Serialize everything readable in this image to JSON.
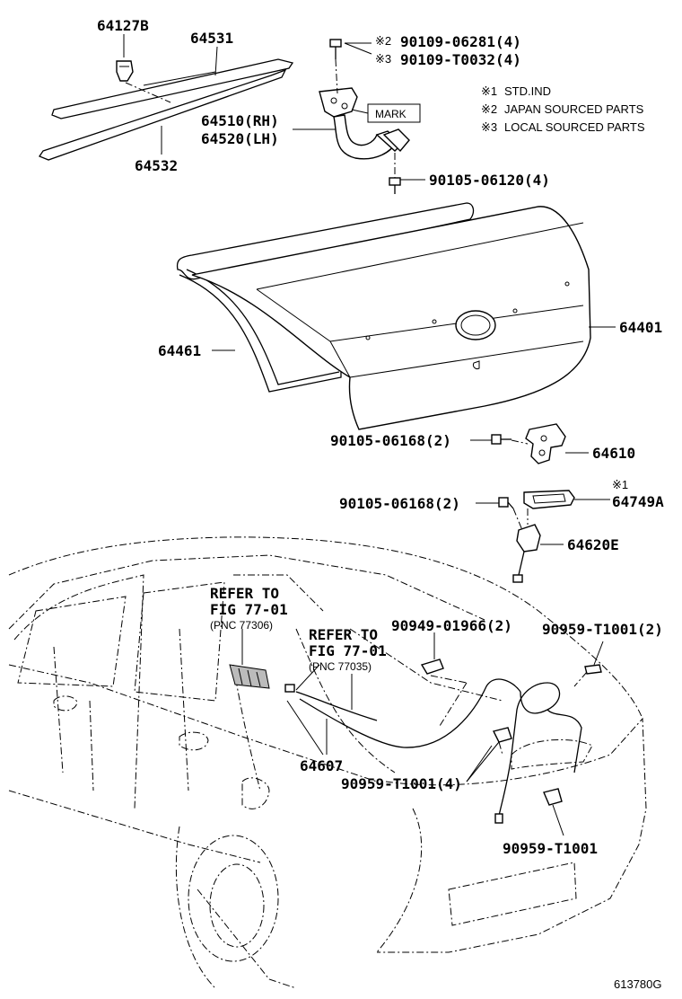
{
  "labels": {
    "p64127B": "64127B",
    "p64531": "64531",
    "p64532": "64532",
    "p64510": "64510(RH)",
    "p64520": "64520(LH)",
    "bolt_a_mark": "※2",
    "bolt_a": "90109-06281(4)",
    "bolt_b_mark": "※3",
    "bolt_b": "90109-T0032(4)",
    "mark_box": "MARK",
    "p90105_06120": "90105-06120(4)",
    "p64401": "64401",
    "p64461": "64461",
    "p90105_06168_a": "90105-06168(2)",
    "p64610": "64610",
    "p90105_06168_b": "90105-06168(2)",
    "std_mark": "※1",
    "p64749A": "64749A",
    "p64620E": "64620E",
    "ref1_line1": "REFER TO",
    "ref1_line2": "FIG 77-01",
    "ref1_line3": "(PNC 77306)",
    "ref2_line1": "REFER TO",
    "ref2_line2": "FIG 77-01",
    "ref2_line3": "(PNC 77035)",
    "p90949": "90949-01966(2)",
    "p90959_2": "90959-T1001(2)",
    "p64607": "64607",
    "p90959_4": "90959-T1001(4)",
    "p90959_1": "90959-T1001",
    "figure_id": "613780G"
  },
  "legend": [
    {
      "mark": "※1",
      "text": "STD.IND"
    },
    {
      "mark": "※2",
      "text": "JAPAN SOURCED PARTS"
    },
    {
      "mark": "※3",
      "text": "LOCAL SOURCED PARTS"
    }
  ]
}
